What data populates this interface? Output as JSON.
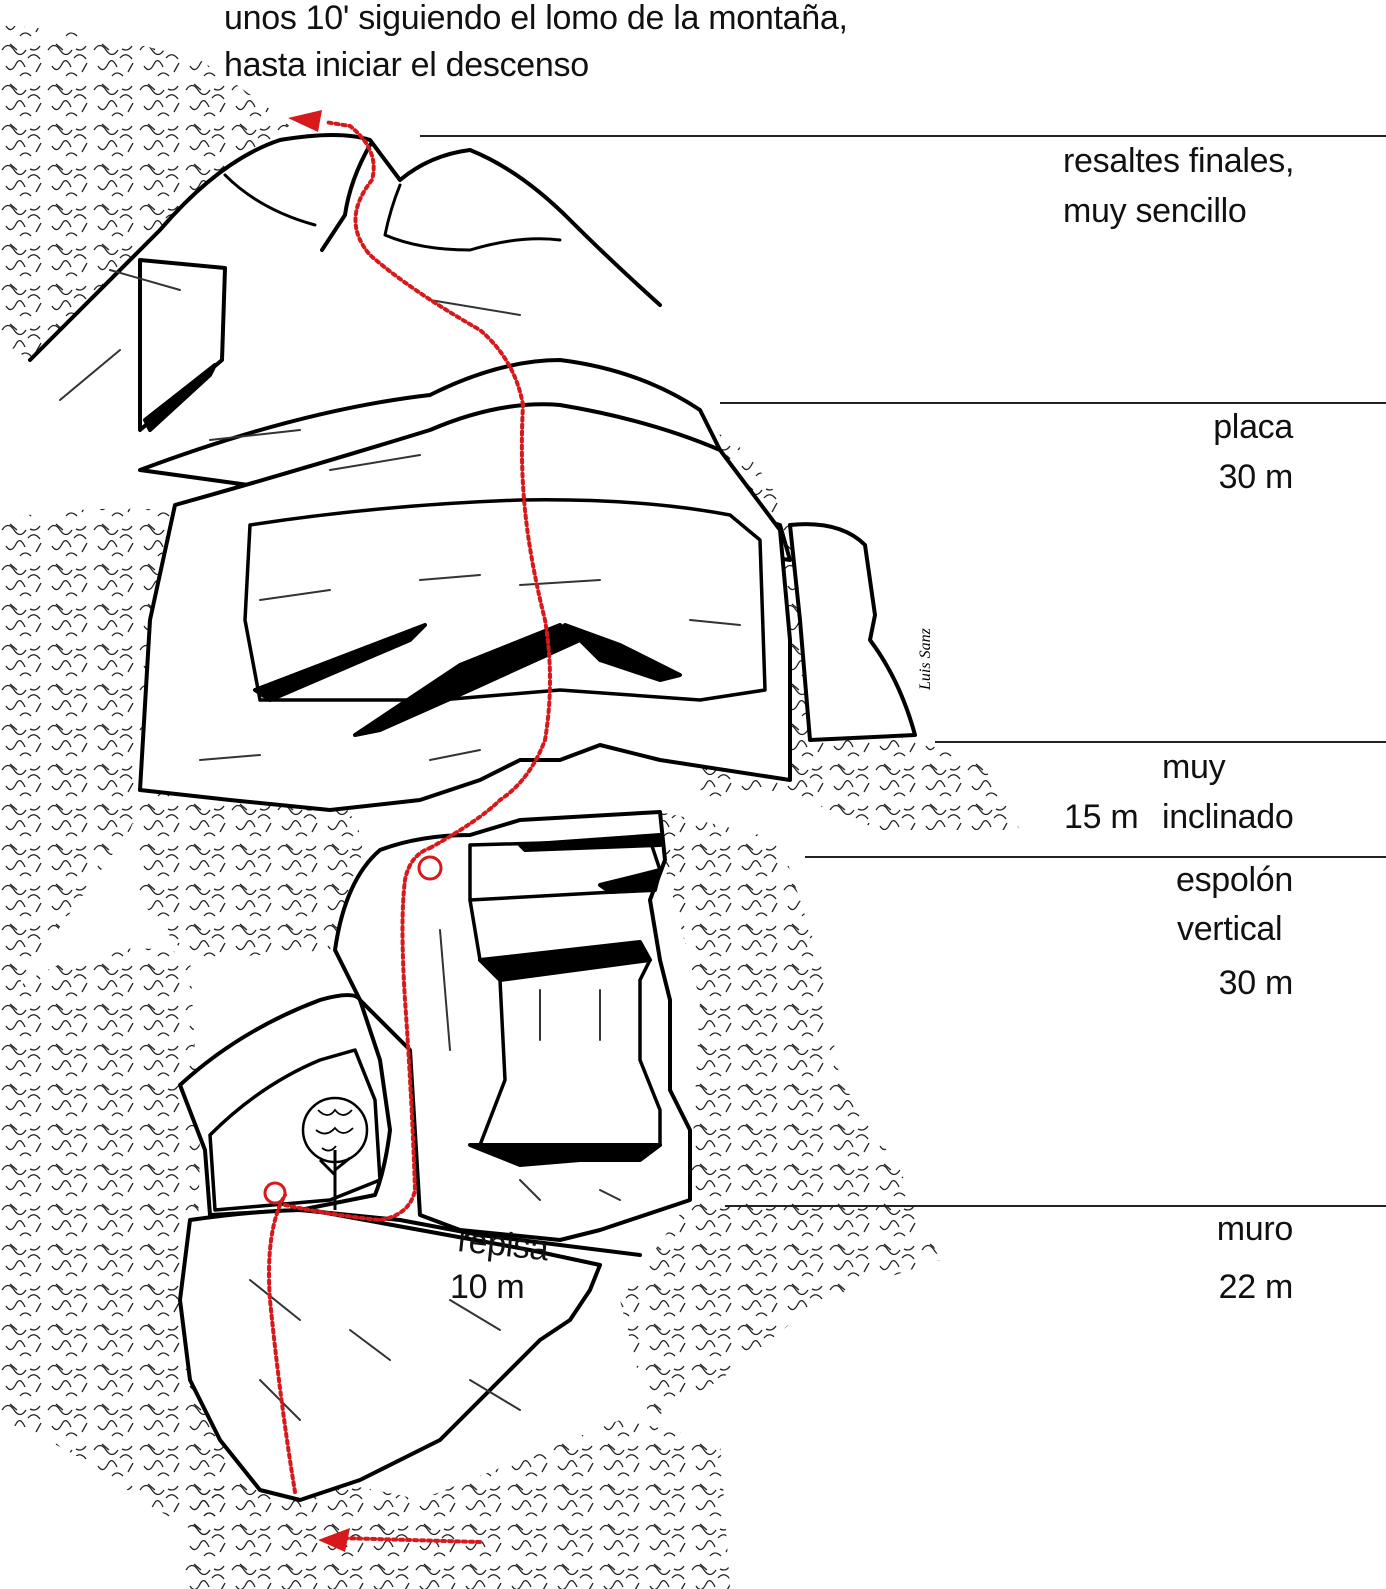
{
  "intro_line_1": "unos 10' siguiendo el lomo de la montaña,",
  "intro_line_2": "hasta iniciar el descenso",
  "sections": {
    "resaltes": {
      "line1": "resaltes finales,",
      "line2": "muy sencillo"
    },
    "placa": {
      "name": "placa",
      "length": "30 m"
    },
    "muy_inclinado": {
      "line1": "muy",
      "line2": "inclinado",
      "length": "15 m"
    },
    "espolon": {
      "line1": "espolón",
      "line2": "vertical",
      "length": "30 m"
    },
    "muro": {
      "name": "muro",
      "length": "22 m"
    }
  },
  "repisa": {
    "name": "repisa",
    "length": "10 m"
  },
  "signature": "Luis Sanz",
  "colors": {
    "route": "#d7191c",
    "ink": "#111111",
    "paper": "#ffffff"
  }
}
